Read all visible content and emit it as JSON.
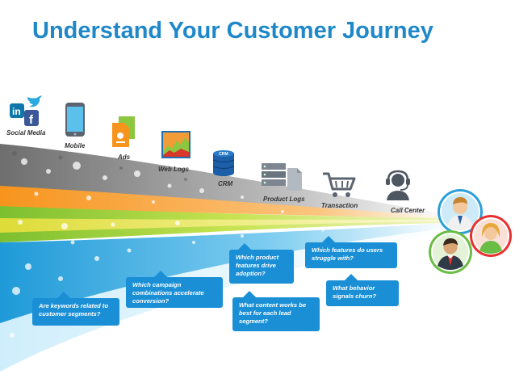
{
  "title": "Understand Your Customer Journey",
  "sources": [
    {
      "label": "Social Media",
      "icon": "social-media-icon"
    },
    {
      "label": "Mobile",
      "icon": "mobile-phone-icon"
    },
    {
      "label": "Ads",
      "icon": "ads-document-icon"
    },
    {
      "label": "Web Logs",
      "icon": "web-logs-chart-icon"
    },
    {
      "label": "CRM",
      "icon": "crm-database-icon"
    },
    {
      "label": "Product Logs",
      "icon": "product-logs-server-icon"
    },
    {
      "label": "Transaction",
      "icon": "shopping-cart-icon"
    },
    {
      "label": "Call Center",
      "icon": "headset-agent-icon"
    }
  ],
  "crm_badge": "CRM",
  "questions": [
    "Are keywords related to customer segments?",
    "Which campaign combinations accelerate conversion?",
    "Which product features drive adoption?",
    "What content works  be best for each lead segment?",
    "Which features do users struggle with?",
    "What behavior signals churn?"
  ],
  "colors": {
    "title": "#1e88c9",
    "bubble": "#1a8fd6",
    "stream_gray": "#8a8a8a",
    "stream_orange": "#f7941d",
    "stream_green": "#8dc63f",
    "stream_yellow": "#f5e33a",
    "stream_blue": "#29abe2",
    "persona_blue": "#2b9fd9",
    "persona_red": "#e8312f",
    "persona_green": "#6abd45"
  }
}
